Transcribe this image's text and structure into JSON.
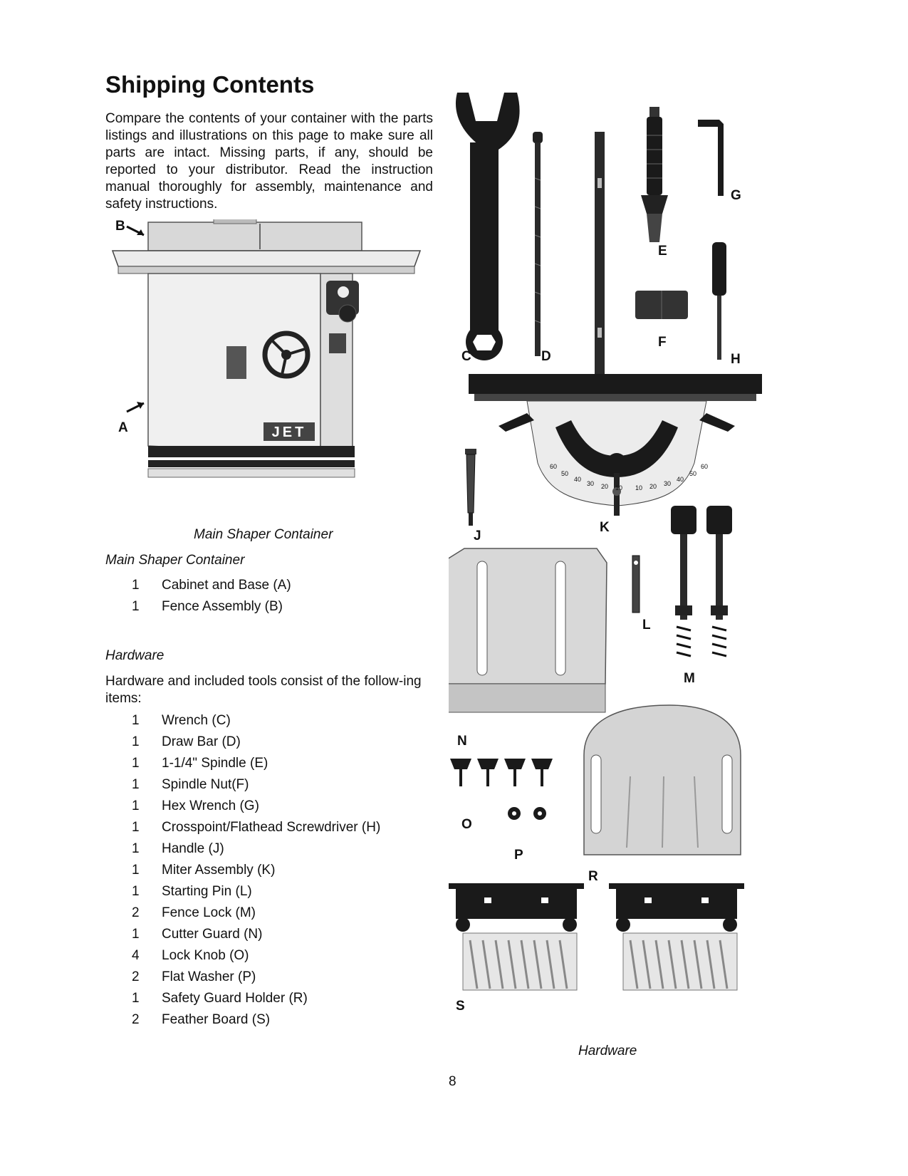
{
  "title": "Shipping Contents",
  "intro": "Compare the contents of your container with the parts listings and illustrations on this page to make sure all parts are intact. Missing parts, if any, should be reported to your distributor. Read the instruction manual thoroughly for assembly, maintenance and safety instructions.",
  "shaper_figure": {
    "caption": "Main Shaper Container",
    "label_a": "A",
    "label_b": "B",
    "logo": "JET"
  },
  "main_section": {
    "heading": "Main Shaper Container",
    "items": [
      {
        "qty": "1",
        "name": "Cabinet and Base (A)"
      },
      {
        "qty": "1",
        "name": "Fence Assembly (B)"
      }
    ]
  },
  "hardware_section": {
    "heading": "Hardware",
    "description": "Hardware and included tools consist of the follow-ing items:",
    "items": [
      {
        "qty": "1",
        "name": "Wrench (C)"
      },
      {
        "qty": "1",
        "name": "Draw Bar (D)"
      },
      {
        "qty": "1",
        "name": "1-1/4\" Spindle (E)"
      },
      {
        "qty": "1",
        "name": "Spindle Nut(F)"
      },
      {
        "qty": "1",
        "name": "Hex Wrench (G)"
      },
      {
        "qty": "1",
        "name": "Crosspoint/Flathead Screwdriver (H)"
      },
      {
        "qty": "1",
        "name": "Handle (J)"
      },
      {
        "qty": "1",
        "name": "Miter Assembly (K)"
      },
      {
        "qty": "1",
        "name": "Starting Pin (L)"
      },
      {
        "qty": "2",
        "name": "Fence Lock (M)"
      },
      {
        "qty": "1",
        "name": "Cutter Guard (N)"
      },
      {
        "qty": "4",
        "name": "Lock Knob (O)"
      },
      {
        "qty": "2",
        "name": "Flat Washer (P)"
      },
      {
        "qty": "1",
        "name": "Safety Guard Holder (R)"
      },
      {
        "qty": "2",
        "name": "Feather Board (S)"
      }
    ]
  },
  "hardware_figure": {
    "caption": "Hardware",
    "labels": {
      "C": "C",
      "D": "D",
      "E": "E",
      "F": "F",
      "G": "G",
      "H": "H",
      "J": "J",
      "K": "K",
      "L": "L",
      "M": "M",
      "N": "N",
      "O": "O",
      "P": "P",
      "R": "R",
      "S": "S"
    },
    "miter_scale": [
      "60",
      "50",
      "40",
      "30",
      "20",
      "10",
      "10",
      "20",
      "30",
      "40",
      "50",
      "60"
    ]
  },
  "page_number": "8"
}
